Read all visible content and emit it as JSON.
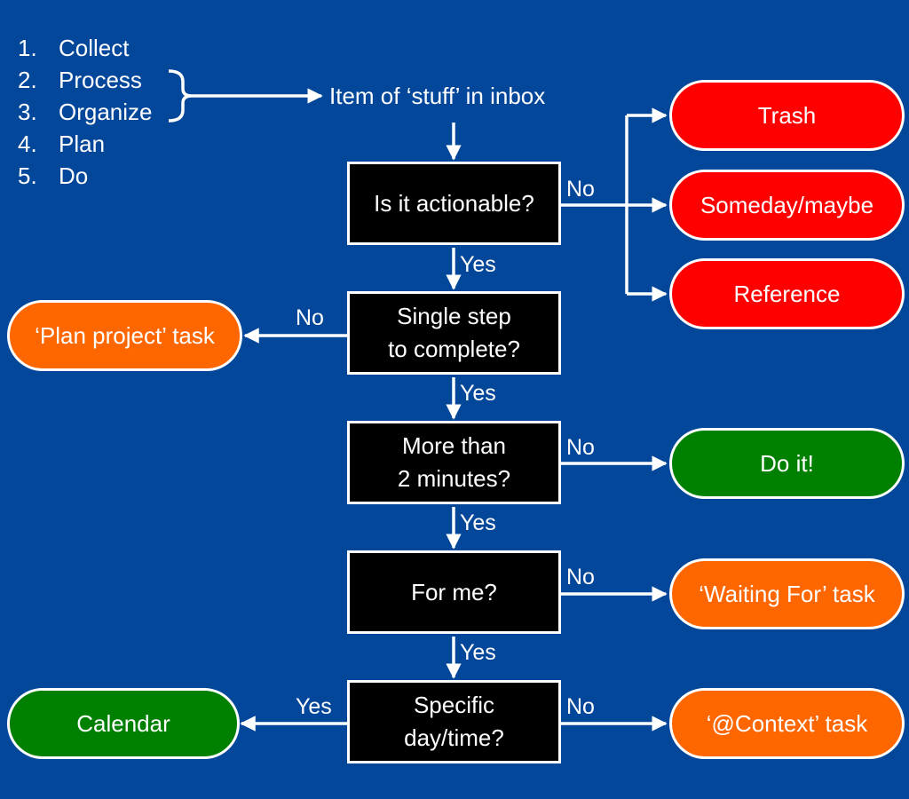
{
  "colors": {
    "background": "#03479a",
    "decision_box": "#000000",
    "discard_outcome": "#fe0000",
    "task_outcome": "#fe6600",
    "done_outcome": "#008000",
    "line": "#ffffff"
  },
  "steps": [
    {
      "number": "1.",
      "label": "Collect"
    },
    {
      "number": "2.",
      "label": "Process"
    },
    {
      "number": "3.",
      "label": "Organize"
    },
    {
      "number": "4.",
      "label": "Plan"
    },
    {
      "number": "5.",
      "label": "Do"
    }
  ],
  "inbox_label": "Item of ‘stuff’ in inbox",
  "decisions": {
    "actionable": "Is it actionable?",
    "single_step": "Single step\nto complete?",
    "two_minutes": "More than\n2 minutes?",
    "for_me": "For me?",
    "specific_day": "Specific\nday/time?"
  },
  "outcomes": {
    "trash": "Trash",
    "someday": "Someday/maybe",
    "reference": "Reference",
    "plan_project": "‘Plan project’ task",
    "do_it": "Do it!",
    "waiting_for": "‘Waiting For’ task",
    "calendar": "Calendar",
    "context_task": "‘@Context’ task"
  },
  "edge_labels": {
    "actionable_no": "No",
    "actionable_yes": "Yes",
    "single_step_no": "No",
    "single_step_yes": "Yes",
    "two_minutes_no": "No",
    "two_minutes_yes": "Yes",
    "for_me_no": "No",
    "for_me_yes": "Yes",
    "specific_day_yes": "Yes",
    "specific_day_no": "No"
  }
}
